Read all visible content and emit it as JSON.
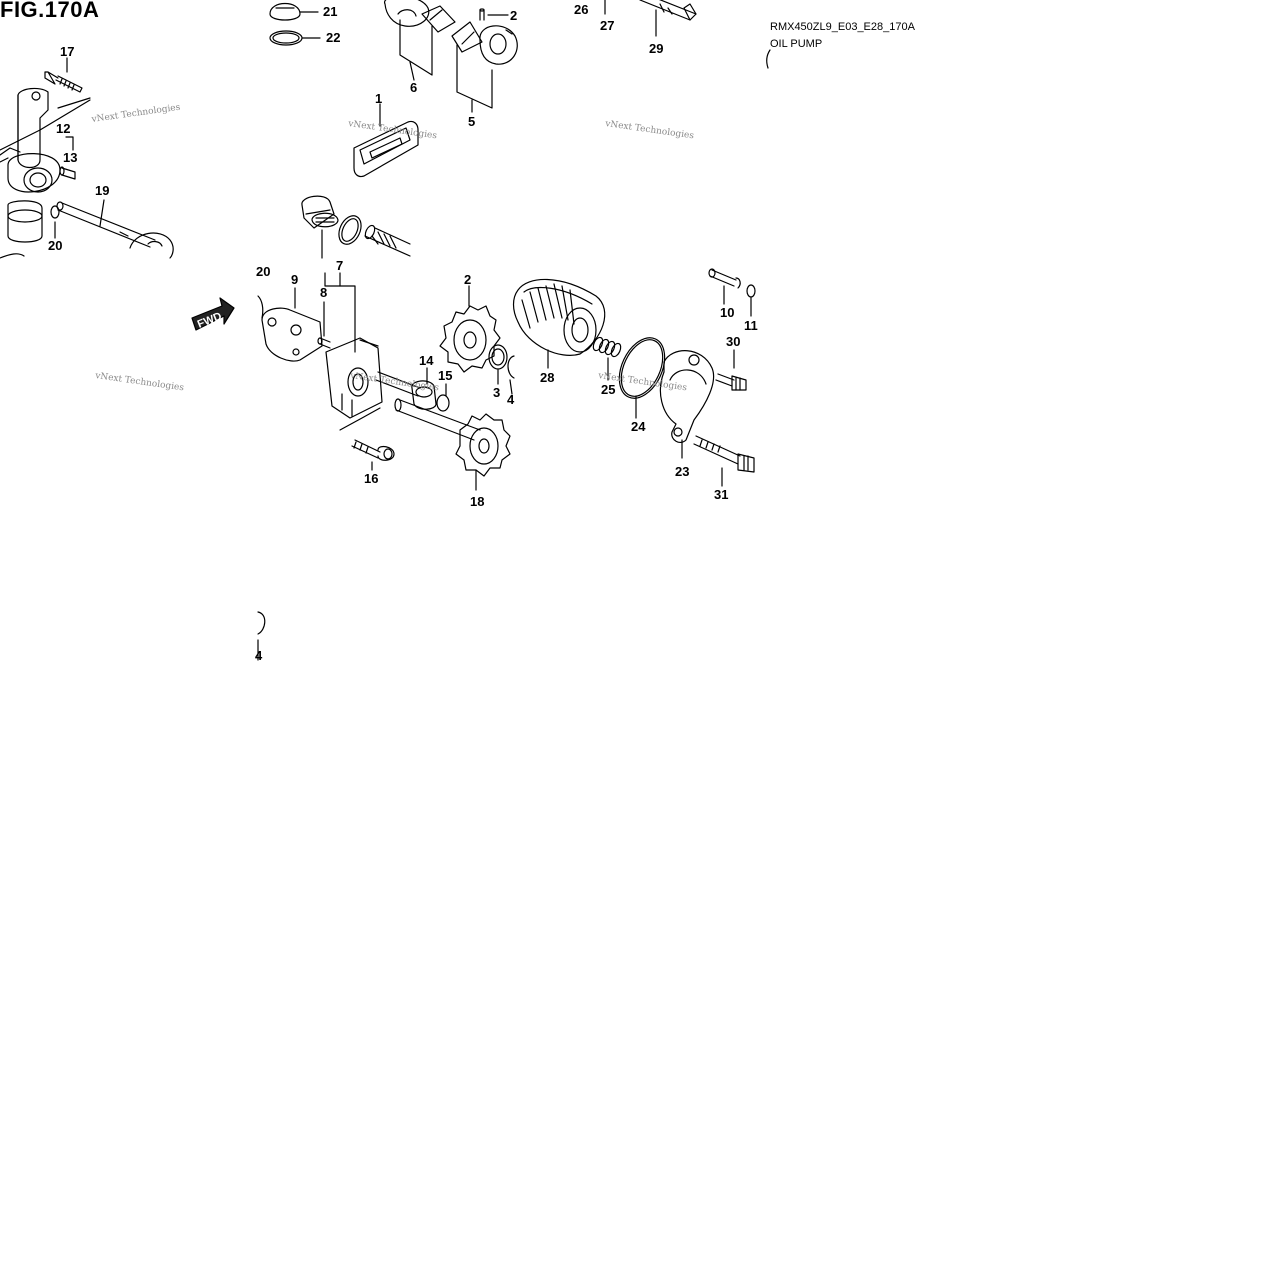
{
  "figure": {
    "title": "FIG.170A",
    "code": "RMX450ZL9_E03_E28_170A",
    "name": "OIL PUMP"
  },
  "watermark": "vNext Technologies",
  "fwd_label": "FWD",
  "callouts": [
    "1",
    "2",
    "3",
    "4",
    "5",
    "6",
    "7",
    "8",
    "9",
    "10",
    "11",
    "12",
    "13",
    "14",
    "15",
    "16",
    "17",
    "18",
    "19",
    "20",
    "21",
    "22",
    "23",
    "24",
    "25",
    "26",
    "27",
    "28",
    "29",
    "30",
    "31",
    "2",
    "20",
    "4"
  ]
}
